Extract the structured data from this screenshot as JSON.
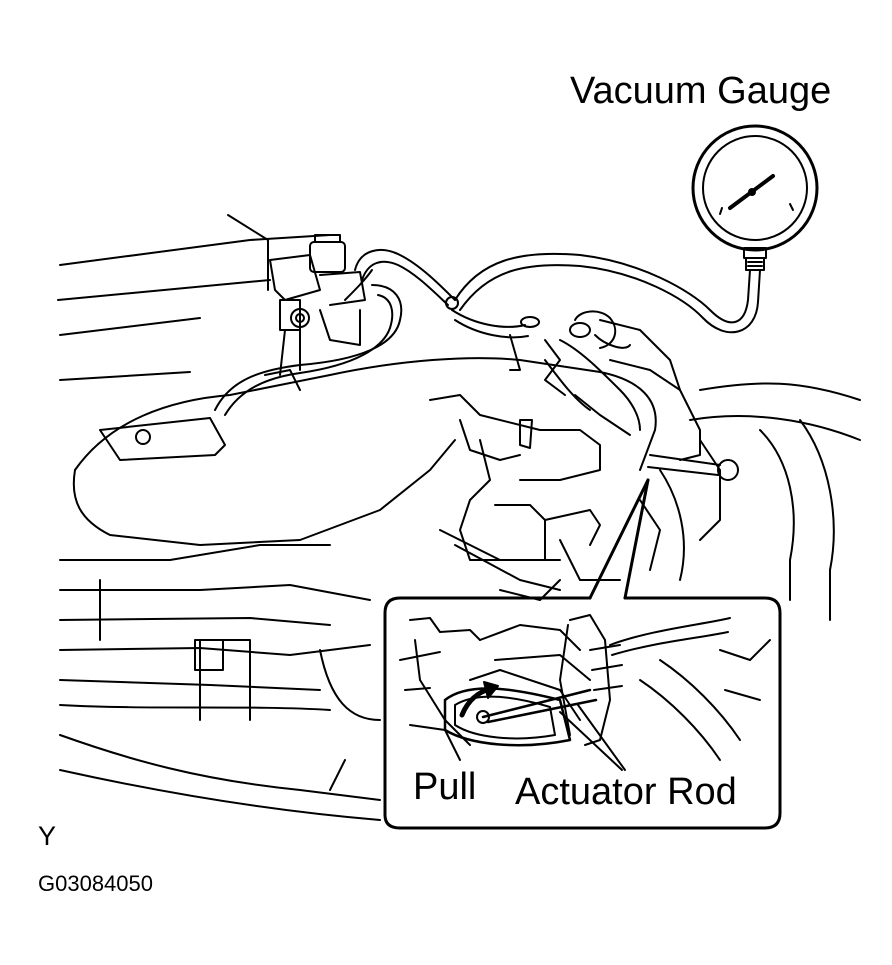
{
  "labels": {
    "vacuum_gauge": "Vacuum Gauge",
    "pull": "Pull",
    "actuator_rod": "Actuator Rod",
    "view_letter": "Y",
    "figure_code": "G03084050"
  },
  "colors": {
    "line": "#000000",
    "background": "#ffffff"
  }
}
